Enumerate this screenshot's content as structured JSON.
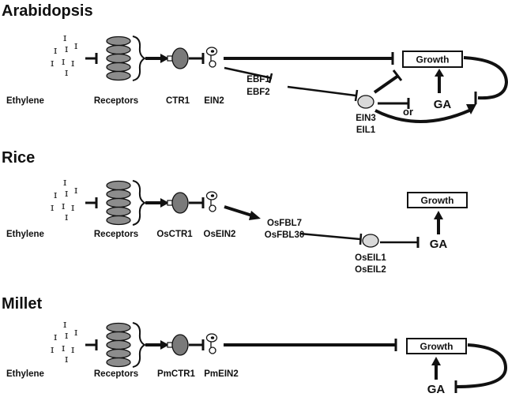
{
  "panels": {
    "arabidopsis": {
      "title": "Arabidopsis",
      "ethylene": "Ethylene",
      "receptors": "Receptors",
      "ctr1": "CTR1",
      "ein2": "EIN2",
      "ebf1": "EBF1",
      "ebf2": "EBF2",
      "ein3": "EIN3",
      "eil1": "EIL1",
      "growth": "Growth",
      "ga": "GA",
      "or": "or"
    },
    "rice": {
      "title": "Rice",
      "ethylene": "Ethylene",
      "receptors": "Receptors",
      "ctr1": "OsCTR1",
      "ein2": "OsEIN2",
      "fbl7": "OsFBL7",
      "fbl30": "OsFBL30",
      "eil1": "OsEIL1",
      "eil2": "OsEIL2",
      "growth": "Growth",
      "ga": "GA"
    },
    "millet": {
      "title": "Millet",
      "ethylene": "Ethylene",
      "receptors": "Receptors",
      "ctr1": "PmCTR1",
      "ein2": "PmEIN2",
      "growth": "Growth",
      "ga": "GA"
    }
  },
  "colors": {
    "ink": "#111111",
    "ctr1_fill": "#7a7a7a",
    "receptor_fill": "#8c8c8c",
    "ein3_fill": "#d9d9d9"
  }
}
